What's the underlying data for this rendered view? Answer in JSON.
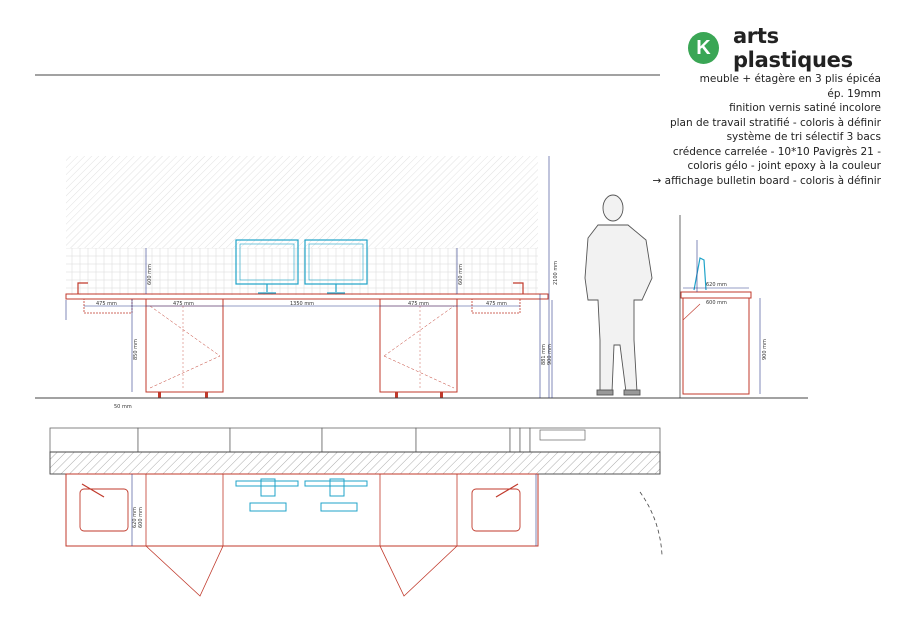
{
  "header": {
    "badge": "K",
    "title": "arts plastiques"
  },
  "specs": [
    "meuble + étagère en 3 plis épicéa",
    "ép. 19mm",
    "finition vernis satiné incolore",
    "plan de travail stratifié - coloris à définir",
    "système de tri sélectif 3 bacs",
    "crédence carrelée - 10*10 Pavigrès 21 -",
    "coloris gélo - joint epoxy à la couleur",
    "→ affichage bulletin board - coloris à définir"
  ],
  "dimensions": {
    "sink_left_width": "475 mm",
    "cabinet_left_width": "475 mm",
    "central_span": "1350 mm",
    "cabinet_right_width": "475 mm",
    "sink_right_width": "475 mm",
    "splash_left_height": "600 mm",
    "splash_right_height": "600 mm",
    "total_height": "2100 mm",
    "cabinet_height": "850 mm",
    "counter_height_a": "881 mm",
    "counter_height_b": "900 mm",
    "plinth": "50 mm",
    "side_top_depth": "620 mm",
    "side_base_depth": "600 mm",
    "side_height": "900 mm",
    "plan_depth_a": "620 mm",
    "plan_depth_b": "600 mm"
  },
  "colors": {
    "badge": "#3aa655",
    "furniture": "#c0392b",
    "screens": "#1fa3c9",
    "dimension_lines": "#2d3a8c",
    "outline": "#444444"
  }
}
